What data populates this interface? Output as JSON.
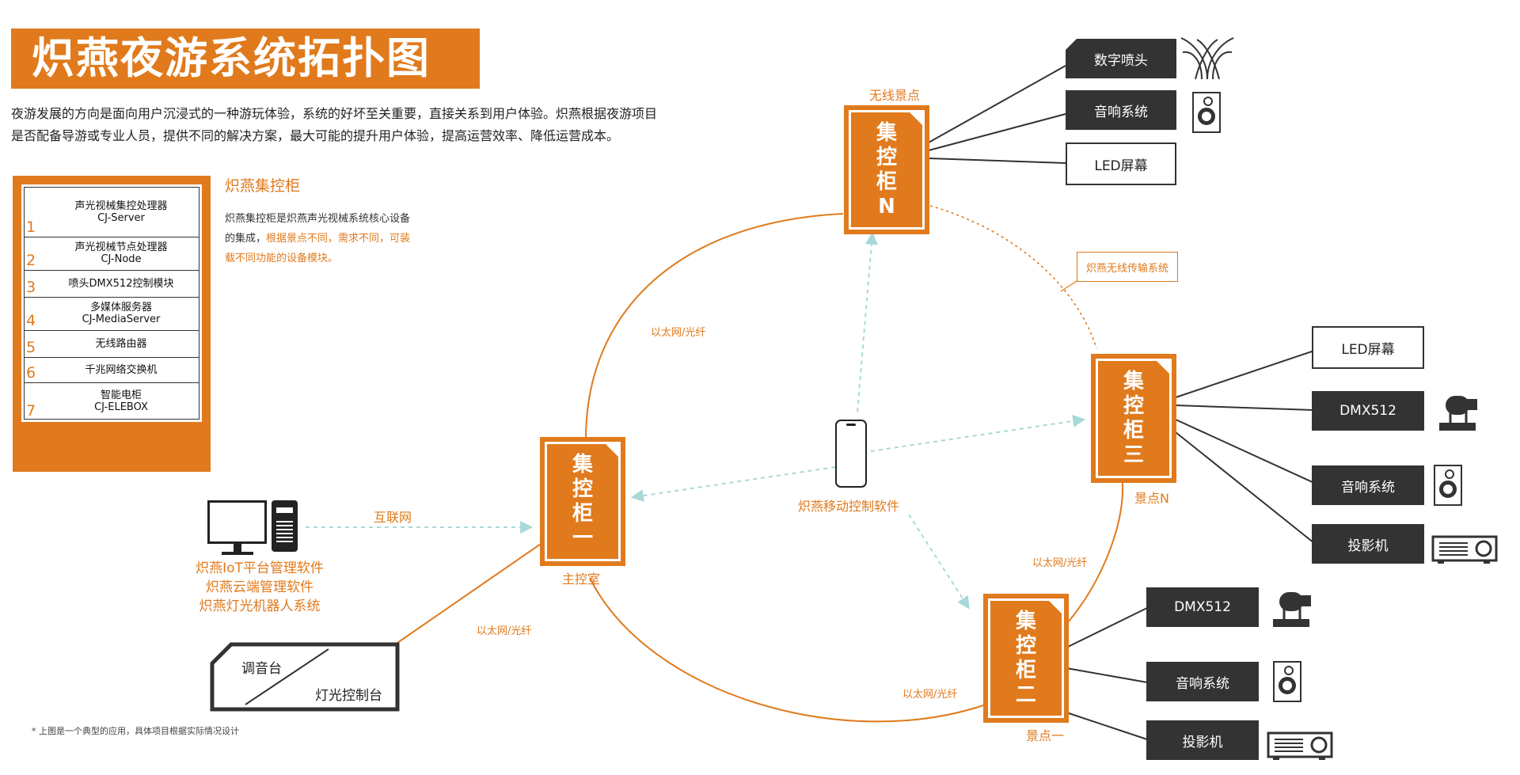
{
  "title": "炽燕夜游系统拓扑图",
  "intro": [
    "夜游发展的方向是面向用户沉浸式的一种游玩体验，系统的好坏至关重要，直接关系到用户体验。炽燕根据夜游项目",
    "是否配备导游或专业人员，提供不同的解决方案，最大可能的提升用户体验，提高运营效率、降低运营成本。"
  ],
  "cabinet": {
    "title": "炽燕集控柜",
    "desc_line1": "炽燕集控柜是炽燕声光视械系统核心设备",
    "desc_line2a": "的集成，",
    "desc_line2b": "根据景点不同，需求不同，可装",
    "desc_line3": "载不同功能的设备模块。",
    "items": [
      {
        "num": "1",
        "name": "声光视械集控处理器",
        "model": "CJ-Server"
      },
      {
        "num": "2",
        "name": "声光视械节点处理器",
        "model": "CJ-Node"
      },
      {
        "num": "3",
        "name": "喷头DMX512控制模块",
        "model": ""
      },
      {
        "num": "4",
        "name": "多媒体服务器",
        "model": "CJ-MediaServer"
      },
      {
        "num": "5",
        "name": "无线路由器",
        "model": ""
      },
      {
        "num": "6",
        "name": "千兆网络交换机",
        "model": ""
      },
      {
        "num": "7",
        "name": "智能电柜",
        "model": "CJ-ELEBOX"
      }
    ]
  },
  "nodes": {
    "n": {
      "chars": [
        "集",
        "控",
        "柜",
        "N"
      ],
      "label": "无线景点"
    },
    "three": {
      "chars": [
        "集",
        "控",
        "柜",
        "三"
      ],
      "label": "景点N"
    },
    "one": {
      "chars": [
        "集",
        "控",
        "柜",
        "一"
      ],
      "label": "主控室"
    },
    "two": {
      "chars": [
        "集",
        "控",
        "柜",
        "二"
      ],
      "label": "景点一"
    }
  },
  "links": {
    "eth_1": "以太网/光纤",
    "eth_2": "以太网/光纤",
    "eth_3": "以太网/光纤",
    "eth_4": "以太网/光纤",
    "internet": "互联网",
    "wireless": "炽燕无线传输系统"
  },
  "mobile_label": "炽燕移动控制软件",
  "software": [
    "炽燕IoT平台管理软件",
    "炽燕云端管理软件",
    "炽燕灯光机器人系统"
  ],
  "console": {
    "audio": "调音台",
    "light": "灯光控制台"
  },
  "devices_n": [
    "数字喷头",
    "音响系统",
    "LED屏幕"
  ],
  "devices_three": [
    "LED屏幕",
    "DMX512",
    "音响系统",
    "投影机"
  ],
  "devices_two": [
    "DMX512",
    "音响系统",
    "投影机"
  ],
  "footnote": "*  上图是一个典型的应用，具体项目根据实际情况设计",
  "colors": {
    "accent": "#e07a1c",
    "dark": "#333333",
    "dashed": "#a8d8d8"
  }
}
